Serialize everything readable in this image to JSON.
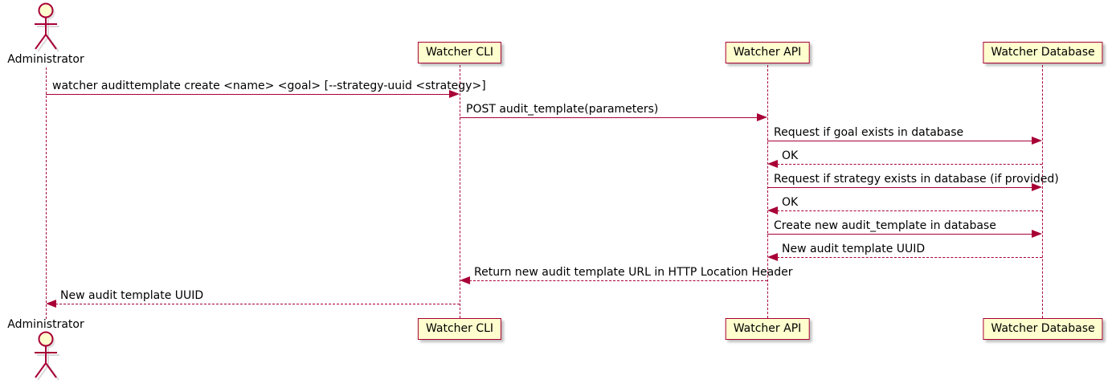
{
  "colors": {
    "accent": "#A80036",
    "participant_fill": "#FEFECE",
    "text": "#000000",
    "background": "#FFFFFF"
  },
  "actor": {
    "name": "Administrator"
  },
  "participants": [
    {
      "label": "Watcher CLI"
    },
    {
      "label": "Watcher API"
    },
    {
      "label": "Watcher Database"
    }
  ],
  "messages": [
    {
      "from": "Administrator",
      "to": "Watcher CLI",
      "style": "solid",
      "label": "watcher audittemplate create <name> <goal> [--strategy-uuid <strategy>]"
    },
    {
      "from": "Watcher CLI",
      "to": "Watcher API",
      "style": "solid",
      "label": "POST audit_template(parameters)"
    },
    {
      "from": "Watcher API",
      "to": "Watcher Database",
      "style": "solid",
      "label": "Request if goal exists in database"
    },
    {
      "from": "Watcher Database",
      "to": "Watcher API",
      "style": "dashed",
      "label": "OK"
    },
    {
      "from": "Watcher API",
      "to": "Watcher Database",
      "style": "solid",
      "label": "Request if strategy exists in database (if provided)"
    },
    {
      "from": "Watcher Database",
      "to": "Watcher API",
      "style": "dashed",
      "label": "OK"
    },
    {
      "from": "Watcher API",
      "to": "Watcher Database",
      "style": "solid",
      "label": "Create new audit_template in database"
    },
    {
      "from": "Watcher Database",
      "to": "Watcher API",
      "style": "dashed",
      "label": "New audit template UUID"
    },
    {
      "from": "Watcher API",
      "to": "Watcher CLI",
      "style": "dashed",
      "label": "Return new audit template URL in HTTP Location Header"
    },
    {
      "from": "Watcher CLI",
      "to": "Administrator",
      "style": "dashed",
      "label": "New audit template UUID"
    }
  ]
}
